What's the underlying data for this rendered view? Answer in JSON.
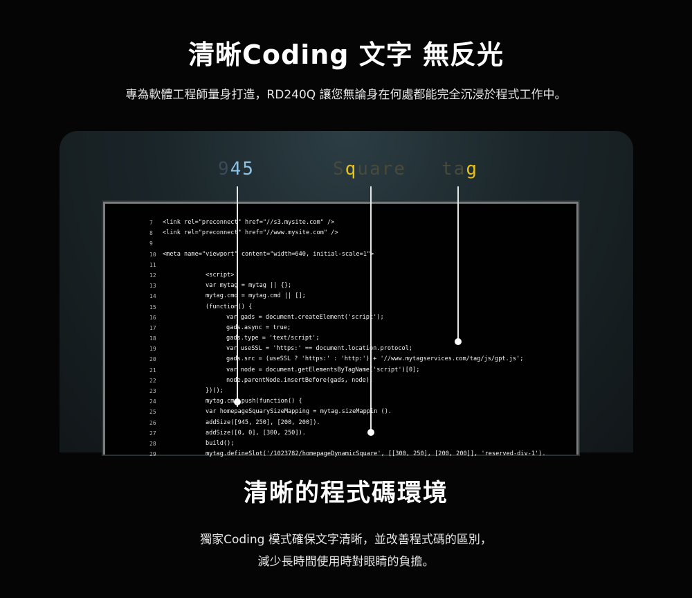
{
  "header": {
    "title": "清晰Coding 文字 無反光",
    "subtitle": "專為軟體工程師量身打造，RD240Q 讓您無論身在何處都能完全沉浸於程式工作中。"
  },
  "illustration": {
    "labels": [
      {
        "dim": "9",
        "highlight": "45",
        "suffix": ""
      },
      {
        "dim": "S",
        "highlight": "q",
        "suffix": "uare"
      },
      {
        "dim": "ta",
        "highlight": "g",
        "suffix": ""
      }
    ],
    "code_lines": [
      {
        "n": "7",
        "text": "<link rel=\"preconnect\" href=\"//s3.mysite.com\" />"
      },
      {
        "n": "8",
        "text": "<link rel=\"preconnect\" href=\"//www.mysite.com\" />"
      },
      {
        "n": "9",
        "text": ""
      },
      {
        "n": "10",
        "text": "<meta name=\"viewport\" content=\"width=640, initial-scale=1\">"
      },
      {
        "n": "11",
        "text": ""
      },
      {
        "n": "12",
        "text": "<script>"
      },
      {
        "n": "13",
        "text": "var mytag = mytag || {};"
      },
      {
        "n": "14",
        "text": "mytag.cmd = mytag.cmd || [];"
      },
      {
        "n": "15",
        "text": "(function() {"
      },
      {
        "n": "16",
        "text": "var gads = document.createElement('script');"
      },
      {
        "n": "17",
        "text": "gads.async = true;"
      },
      {
        "n": "18",
        "text": "gads.type = 'text/script';"
      },
      {
        "n": "19",
        "text": "var useSSL = 'https:' == document.location.protocol;"
      },
      {
        "n": "20",
        "text": "gads.src = (useSSL ? 'https:' : 'http:') + '//www.mytagservices.com/tag/js/gpt.js';"
      },
      {
        "n": "21",
        "text": "var node = document.getElementsByTagName('script')[0];"
      },
      {
        "n": "22",
        "text": "node.parentNode.insertBefore(gads, node);"
      },
      {
        "n": "23",
        "text": "})();"
      },
      {
        "n": "24",
        "text": "mytag.cmd.push(function() {"
      },
      {
        "n": "25",
        "text": "var homepageSquarySizeMapping = mytag.sizeMappin ()."
      },
      {
        "n": "26",
        "text": "addSize([945, 250], [200, 200])."
      },
      {
        "n": "27",
        "text": "addSize([0, 0], [300, 250])."
      },
      {
        "n": "28",
        "text": "build();"
      },
      {
        "n": "29",
        "text": "mytag.defineSlot('/1023782/homepageDynamicSquare', [[300, 250], [200, 200]], 'reserved-div-1')."
      }
    ]
  },
  "section": {
    "heading": "清晰的程式碼環境",
    "body_line1": "獨家Coding 模式確保文字清晰，並改善程式碼的區別，",
    "body_line2": "減少長時間使用時對眼睛的負擔。"
  }
}
